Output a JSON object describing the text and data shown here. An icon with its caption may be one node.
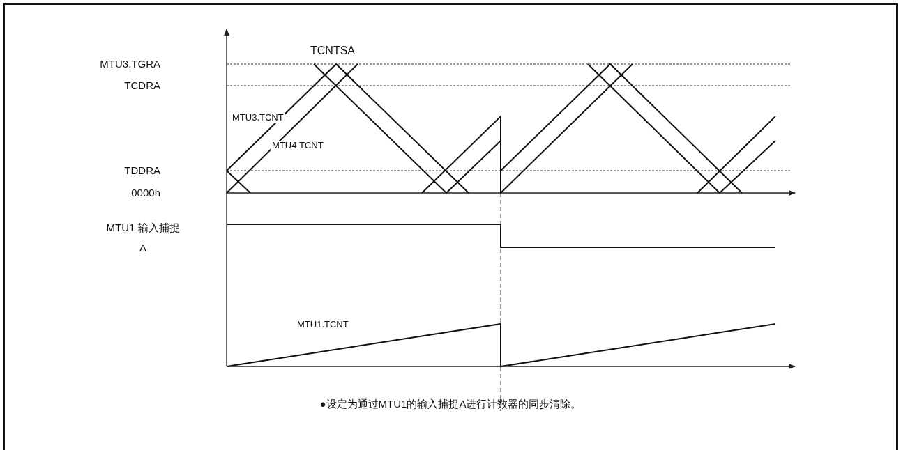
{
  "diagram": {
    "caption": "●设定为通过MTU1的输入捕捉A进行计数器的同步清除。",
    "labels": [
      "TCNTSA",
      "MTU3.TGRA",
      "TCDRA",
      "MTU3.TCNT",
      "MTU4.TCNT",
      "TDDRA",
      "0000h",
      "MTU1 输入捕捉A",
      "MTU1.TCNT"
    ]
  }
}
